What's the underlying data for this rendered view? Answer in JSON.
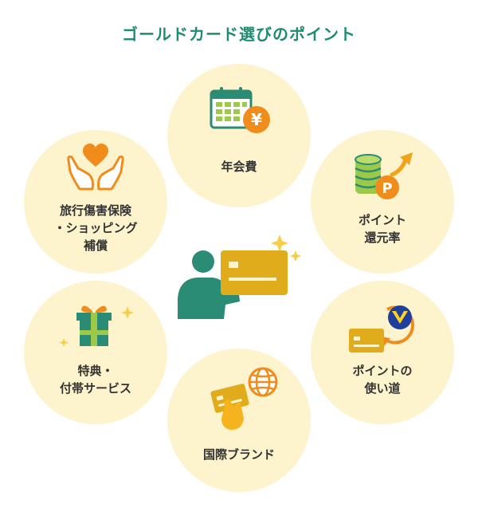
{
  "title": "ゴールドカード選びのポイント",
  "points": [
    {
      "key": "annual",
      "lines": [
        "年会費"
      ]
    },
    {
      "key": "points",
      "lines": [
        "ポイント",
        "還元率"
      ]
    },
    {
      "key": "usage",
      "lines": [
        "ポイントの",
        "使い道"
      ]
    },
    {
      "key": "brand",
      "lines": [
        "国際ブランド"
      ]
    },
    {
      "key": "benefits",
      "lines": [
        "特典・",
        "付帯サービス"
      ]
    },
    {
      "key": "travel",
      "lines": [
        "旅行傷害保険",
        "・ショッピング",
        "補償"
      ]
    }
  ],
  "icons": {
    "annual": "calendar-yen-icon",
    "points": "coin-stack-arrow-icon",
    "usage": "card-cycle-icon",
    "brand": "hand-card-globe-icon",
    "benefits": "gift-box-icon",
    "travel": "hands-heart-icon",
    "center": "person-with-gold-card-icon"
  },
  "colors": {
    "title": "#1e8c73",
    "circle": "#fdf3cc",
    "green": "#2a8c74",
    "gold": "#e0ac1c",
    "orange": "#f08c1c"
  }
}
